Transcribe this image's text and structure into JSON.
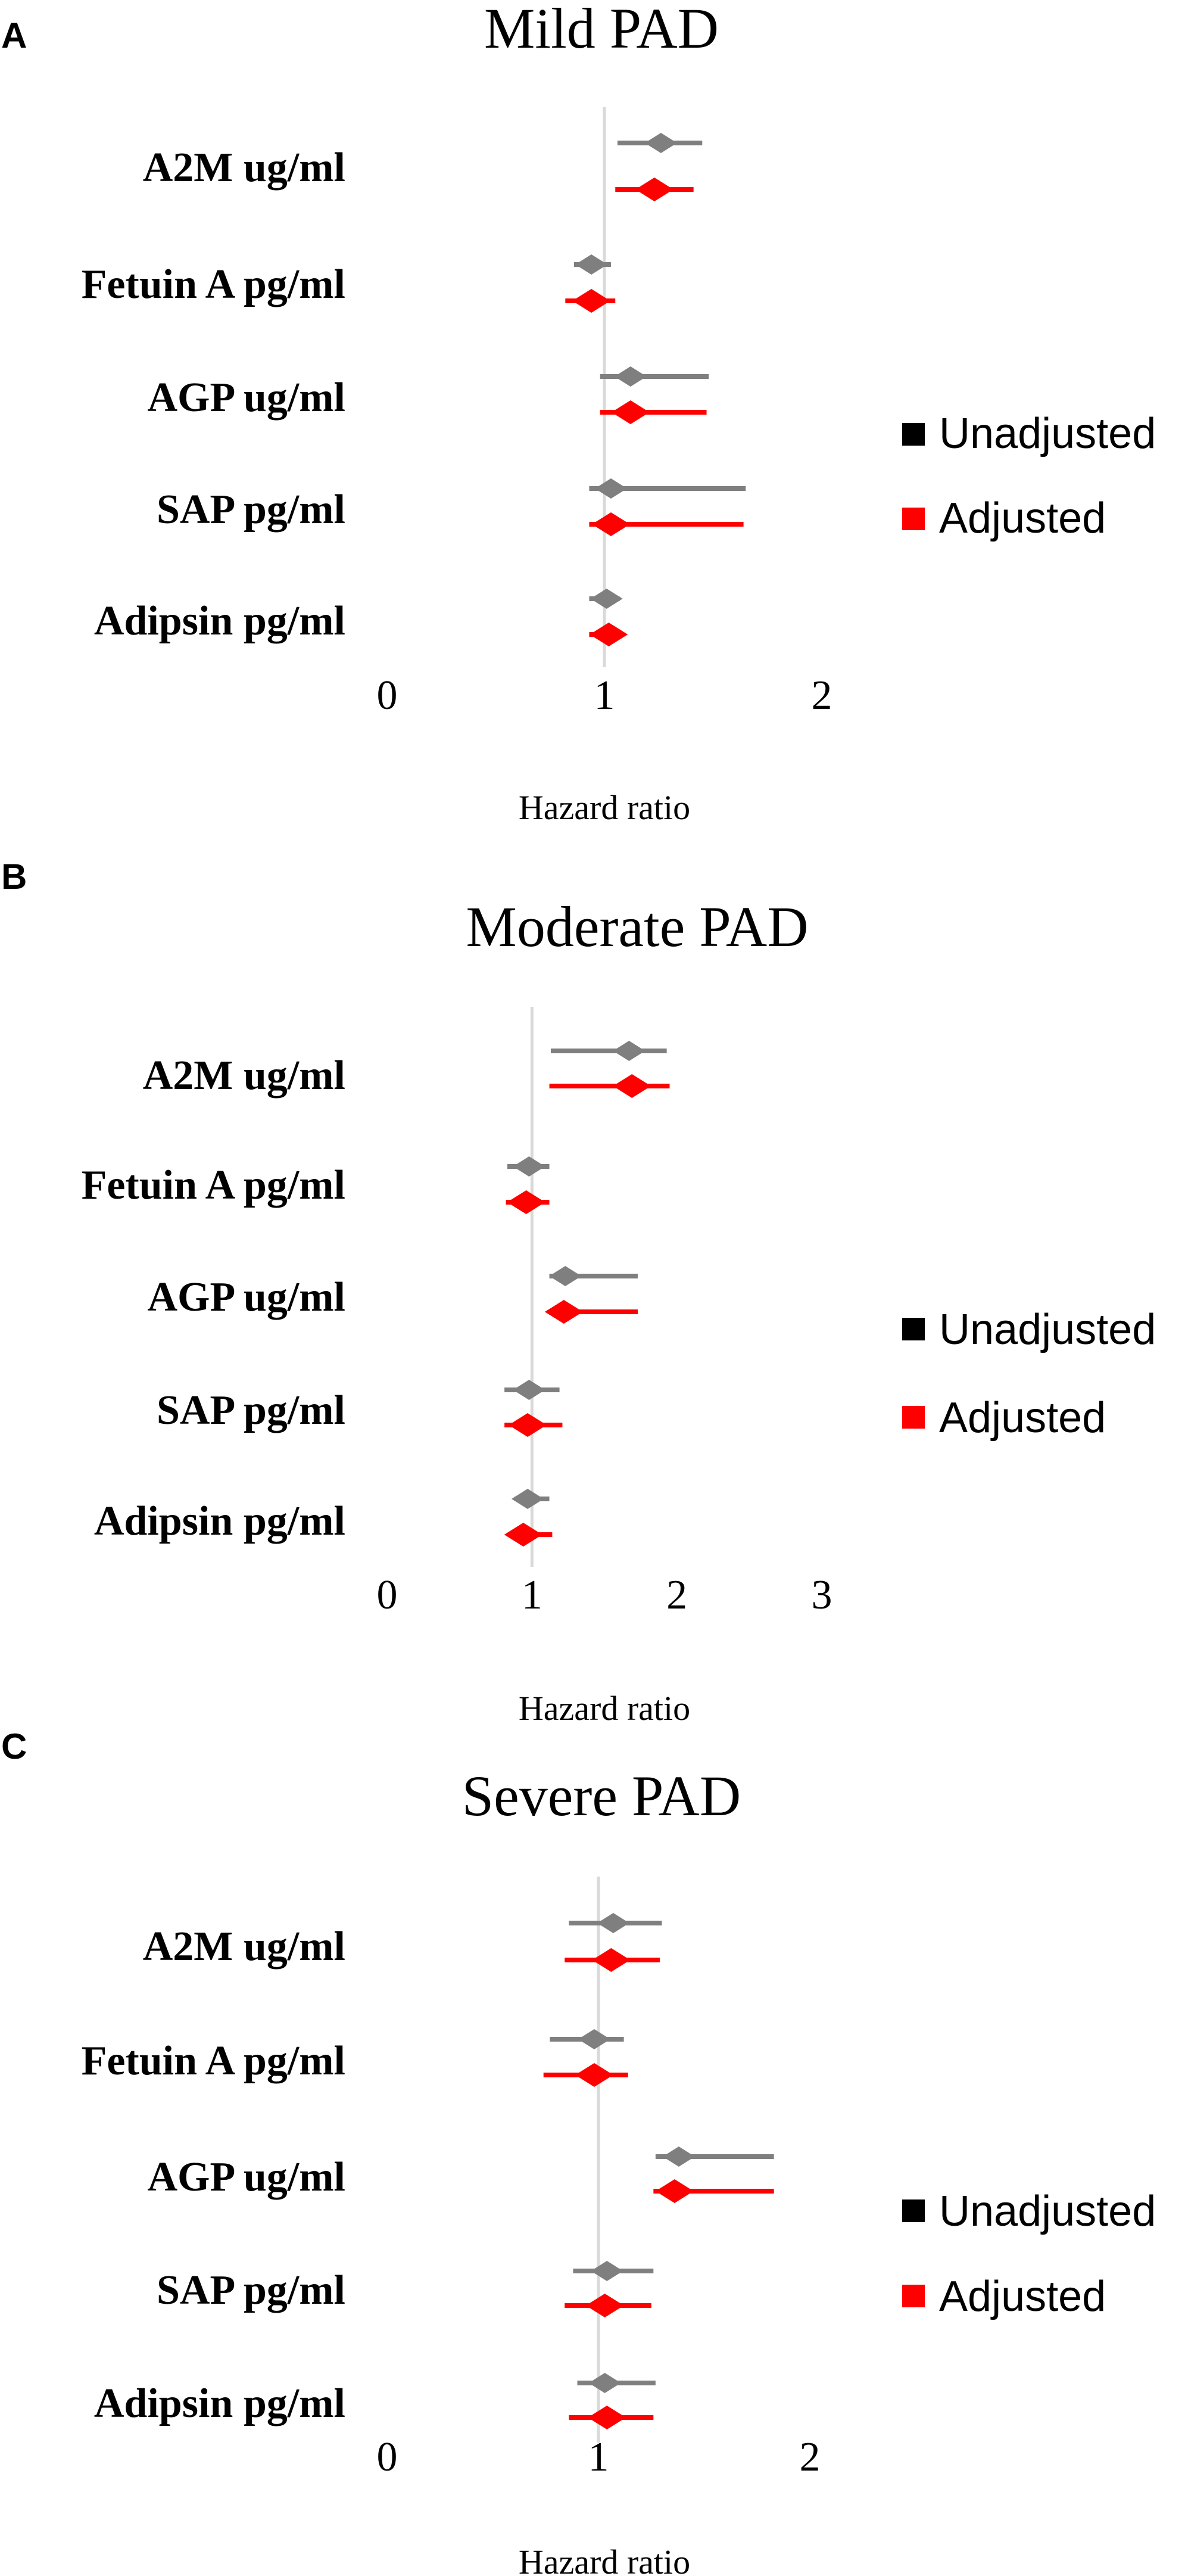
{
  "chart_data": [
    {
      "type": "scatter",
      "panel": "A",
      "title": "Mild PAD",
      "xlabel": "Hazard ratio",
      "xticks": [
        0,
        1,
        2
      ],
      "xlim": [
        0,
        2
      ],
      "reference_line": 1,
      "categories": [
        "A2M ug/ml",
        "Fetuin A pg/ml",
        "AGP ug/ml",
        "SAP pg/ml",
        "Adipsin pg/ml"
      ],
      "series": [
        {
          "name": "Unadjusted",
          "color": "#7f7f7f",
          "points": [
            {
              "hr": 1.26,
              "lo": 1.06,
              "hi": 1.45
            },
            {
              "hr": 0.94,
              "lo": 0.86,
              "hi": 1.03
            },
            {
              "hr": 1.12,
              "lo": 0.98,
              "hi": 1.48
            },
            {
              "hr": 1.03,
              "lo": 0.93,
              "hi": 1.65
            },
            {
              "hr": 1.01,
              "lo": 0.93,
              "hi": 1.07
            }
          ]
        },
        {
          "name": "Adjusted",
          "color": "#ff0000",
          "points": [
            {
              "hr": 1.23,
              "lo": 1.05,
              "hi": 1.41
            },
            {
              "hr": 0.94,
              "lo": 0.82,
              "hi": 1.05
            },
            {
              "hr": 1.12,
              "lo": 0.98,
              "hi": 1.47
            },
            {
              "hr": 1.03,
              "lo": 0.93,
              "hi": 1.64
            },
            {
              "hr": 1.02,
              "lo": 0.93,
              "hi": 1.09
            }
          ]
        }
      ]
    },
    {
      "type": "scatter",
      "panel": "B",
      "title": "Moderate PAD",
      "xlabel": "Hazard ratio",
      "xticks": [
        0,
        1,
        2,
        3
      ],
      "xlim": [
        0,
        3
      ],
      "reference_line": 1,
      "categories": [
        "A2M ug/ml",
        "Fetuin A pg/ml",
        "AGP ug/ml",
        "SAP pg/ml",
        "Adipsin pg/ml"
      ],
      "series": [
        {
          "name": "Unadjusted",
          "color": "#7f7f7f",
          "points": [
            {
              "hr": 1.67,
              "lo": 1.13,
              "hi": 1.93
            },
            {
              "hr": 0.98,
              "lo": 0.83,
              "hi": 1.12
            },
            {
              "hr": 1.23,
              "lo": 1.12,
              "hi": 1.73
            },
            {
              "hr": 0.98,
              "lo": 0.81,
              "hi": 1.19
            },
            {
              "hr": 0.97,
              "lo": 0.88,
              "hi": 1.12
            }
          ]
        },
        {
          "name": "Adjusted",
          "color": "#ff0000",
          "points": [
            {
              "hr": 1.69,
              "lo": 1.12,
              "hi": 1.95
            },
            {
              "hr": 0.96,
              "lo": 0.82,
              "hi": 1.12
            },
            {
              "hr": 1.22,
              "lo": 1.12,
              "hi": 1.73
            },
            {
              "hr": 0.97,
              "lo": 0.81,
              "hi": 1.21
            },
            {
              "hr": 0.94,
              "lo": 0.84,
              "hi": 1.14
            }
          ]
        }
      ]
    },
    {
      "type": "scatter",
      "panel": "C",
      "title": "Severe PAD",
      "xlabel": "Hazard ratio",
      "xticks": [
        0,
        1,
        2
      ],
      "xlim": [
        0,
        2
      ],
      "reference_line": 1,
      "categories": [
        "A2M ug/ml",
        "Fetuin A pg/ml",
        "AGP ug/ml",
        "SAP pg/ml",
        "Adipsin pg/ml"
      ],
      "series": [
        {
          "name": "Unadjusted",
          "color": "#7f7f7f",
          "points": [
            {
              "hr": 1.07,
              "lo": 0.86,
              "hi": 1.3
            },
            {
              "hr": 0.98,
              "lo": 0.77,
              "hi": 1.12
            },
            {
              "hr": 1.38,
              "lo": 1.27,
              "hi": 1.83
            },
            {
              "hr": 1.04,
              "lo": 0.88,
              "hi": 1.26
            },
            {
              "hr": 1.03,
              "lo": 0.9,
              "hi": 1.27
            }
          ]
        },
        {
          "name": "Adjusted",
          "color": "#ff0000",
          "points": [
            {
              "hr": 1.06,
              "lo": 0.84,
              "hi": 1.29
            },
            {
              "hr": 0.98,
              "lo": 0.74,
              "hi": 1.14
            },
            {
              "hr": 1.36,
              "lo": 1.26,
              "hi": 1.83
            },
            {
              "hr": 1.03,
              "lo": 0.84,
              "hi": 1.25
            },
            {
              "hr": 1.04,
              "lo": 0.86,
              "hi": 1.26
            }
          ]
        }
      ]
    }
  ]
}
